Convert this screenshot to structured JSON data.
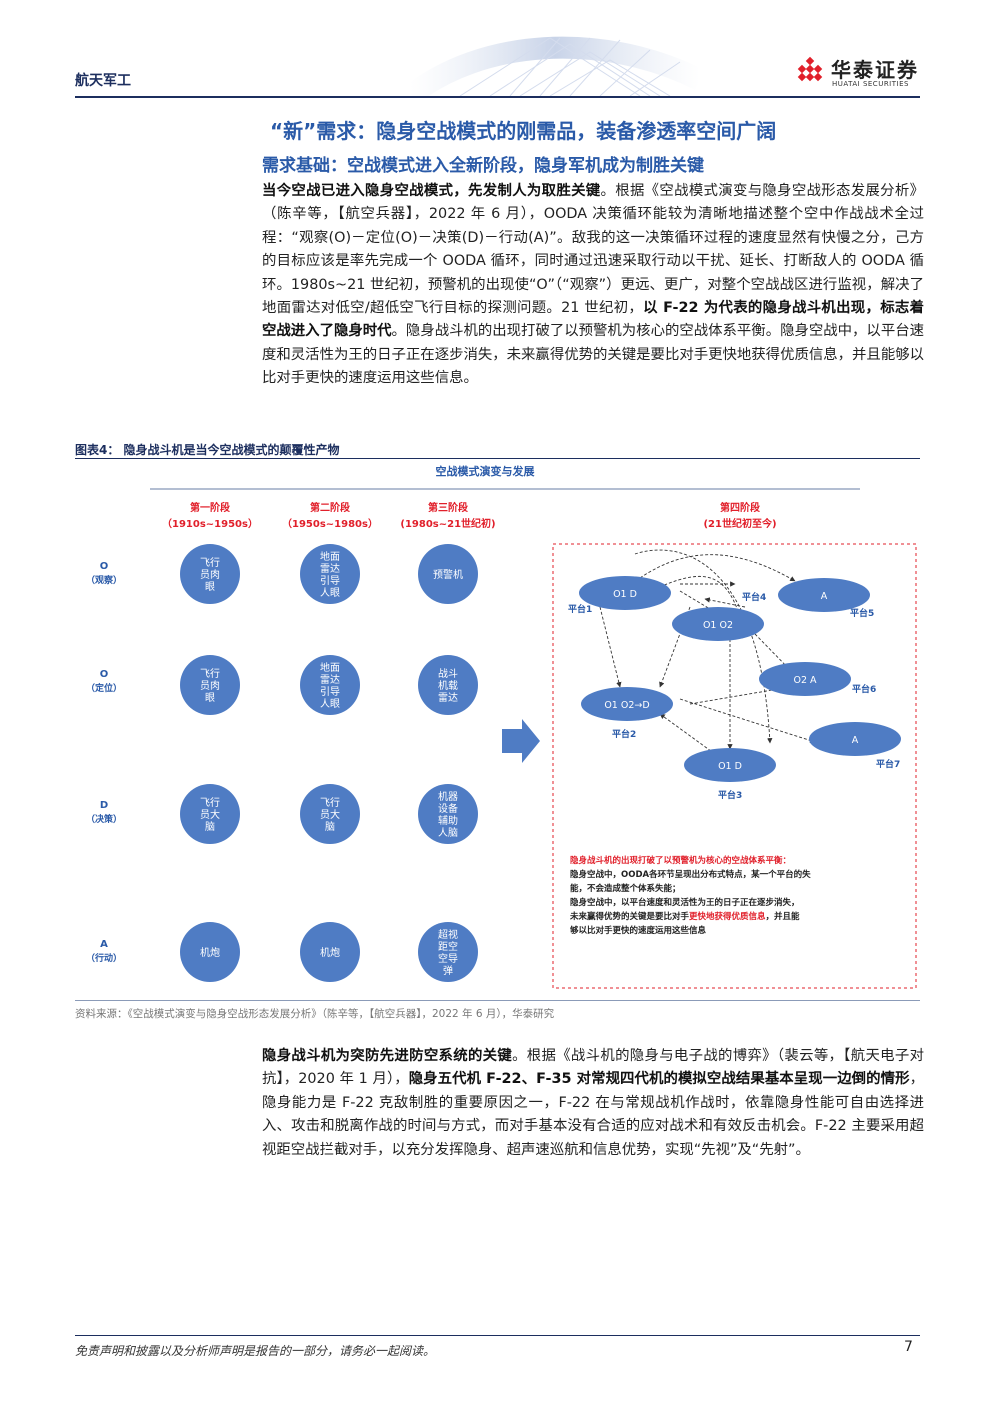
{
  "header": {
    "section": "航天军工",
    "logo_cn": "华泰证券",
    "logo_en": "HUATAI SECURITIES",
    "brand_color": "#e1202b",
    "accent_color": "#1c2e5e"
  },
  "title": {
    "main": "“新”需求：隐身空战模式的刚需品，装备渗透率空间广阔",
    "sub": "需求基础：空战模式进入全新阶段，隐身军机成为制胜关键"
  },
  "para1": {
    "bold1": "当今空战已进入隐身空战模式，先发制人为取胜关键",
    "text1": "。根据《空战模式演变与隐身空战形态发展分析》（陈辛等，【航空兵器】，2022 年 6 月），OODA 决策循环能较为清晰地描述整个空中作战战术全过程：“观察(O)－定位(O)－决策(D)－行动(A)”。敌我的这一决策循环过程的速度显然有快慢之分，己方的目标应该是率先完成一个 OODA 循环，同时通过迅速采取行动以干扰、延长、打断敌人的 OODA 循环。1980s~21 世纪初，预警机的出现使“O”（“观察”）更远、更广，对整个空战战区进行监视，解决了地面雷达对低空/超低空飞行目标的探测问题。21 世纪初，",
    "bold2": "以 F-22 为代表的隐身战斗机出现，标志着空战进入了隐身时代",
    "text2": "。隐身战斗机的出现打破了以预警机为核心的空战体系平衡。隐身空战中，以平台速度和灵活性为王的日子正在逐步消失，未来赢得优势的关键是要比对手更快地获得优质信息，并且能够以比对手更快的速度运用这些信息。"
  },
  "figure": {
    "title": "图表4：  隐身战斗机是当今空战模式的颠覆性产物",
    "chart_title": "空战模式演变与发展",
    "stages": [
      {
        "name": "第一阶段",
        "period": "（1910s~1950s）"
      },
      {
        "name": "第二阶段",
        "period": "（1950s~1980s）"
      },
      {
        "name": "第三阶段",
        "period": "(1980s~21世纪初)"
      },
      {
        "name": "第四阶段",
        "period": "(21世纪初至今)"
      }
    ],
    "rows": [
      {
        "code": "O",
        "label": "（观察）"
      },
      {
        "code": "O",
        "label": "（定位）"
      },
      {
        "code": "D",
        "label": "（决策）"
      },
      {
        "code": "A",
        "label": "（行动）"
      }
    ],
    "cells": [
      [
        "飞行员肉眼",
        "地面雷达引导人眼",
        "预警机"
      ],
      [
        "飞行员肉眼",
        "地面雷达引导人眼",
        "战斗机载雷达"
      ],
      [
        "飞行员大脑",
        "飞行员大脑",
        "机器设备辅助人脑"
      ],
      [
        "机炮",
        "机炮",
        "超视距空空导弹"
      ]
    ],
    "nodes": [
      {
        "text": "O1 D",
        "platform": "平台1"
      },
      {
        "text": "O1 O2→D",
        "platform": "平台2"
      },
      {
        "text": "O1 D",
        "platform": "平台3"
      },
      {
        "text": "O1 O2",
        "platform": "平台4"
      },
      {
        "text": "A",
        "platform": "平台5"
      },
      {
        "text": "O2 A",
        "platform": "平台6"
      },
      {
        "text": "A",
        "platform": "平台7"
      }
    ],
    "note_line1": "隐身战斗机的出现打破了以预警机为核心的空战体系平衡：",
    "note_line2": "隐身空战中，OODA各环节呈现出分布式特点，某一个平台的失",
    "note_line3": "能，不会造成整个体系失能；",
    "note_line4": "隐身空战中，以平台速度和灵活性为王的日子正在逐步消失，",
    "note_line5a": "未来赢得优势的关键是要比对手",
    "note_line5b": "更快地获得优质信息",
    "note_line5c": "，并且能",
    "note_line6": "够以比对手更快的速度运用这些信息",
    "circle_color": "#4f7cc4",
    "highlight_color": "#e1202b",
    "source": "资料来源：《空战模式演变与隐身空战形态发展分析》（陈辛等，【航空兵器】，2022 年 6 月），华泰研究"
  },
  "para2": {
    "bold1": "隐身战斗机为突防先进防空系统的关键",
    "text1": "。根据《战斗机的隐身与电子战的博弈》（裴云等，【航天电子对抗】，2020 年 1 月），",
    "bold2": "隐身五代机 F-22、F-35 对常规四代机的模拟空战结果基本呈现一边倒的情形",
    "text2": "，隐身能力是 F-22 克敌制胜的重要原因之一，F-22 在与常规战机作战时，依靠隐身性能可自由选择进入、攻击和脱离作战的时间与方式，而对手基本没有合适的应对战术和有效反击机会。F-22 主要采用超视距空战拦截对手，以充分发挥隐身、超声速巡航和信息优势，实现“先视”及“先射”。"
  },
  "footer": {
    "disclaimer": "免责声明和披露以及分析师声明是报告的一部分，请务必一起阅读。",
    "page": "7"
  }
}
